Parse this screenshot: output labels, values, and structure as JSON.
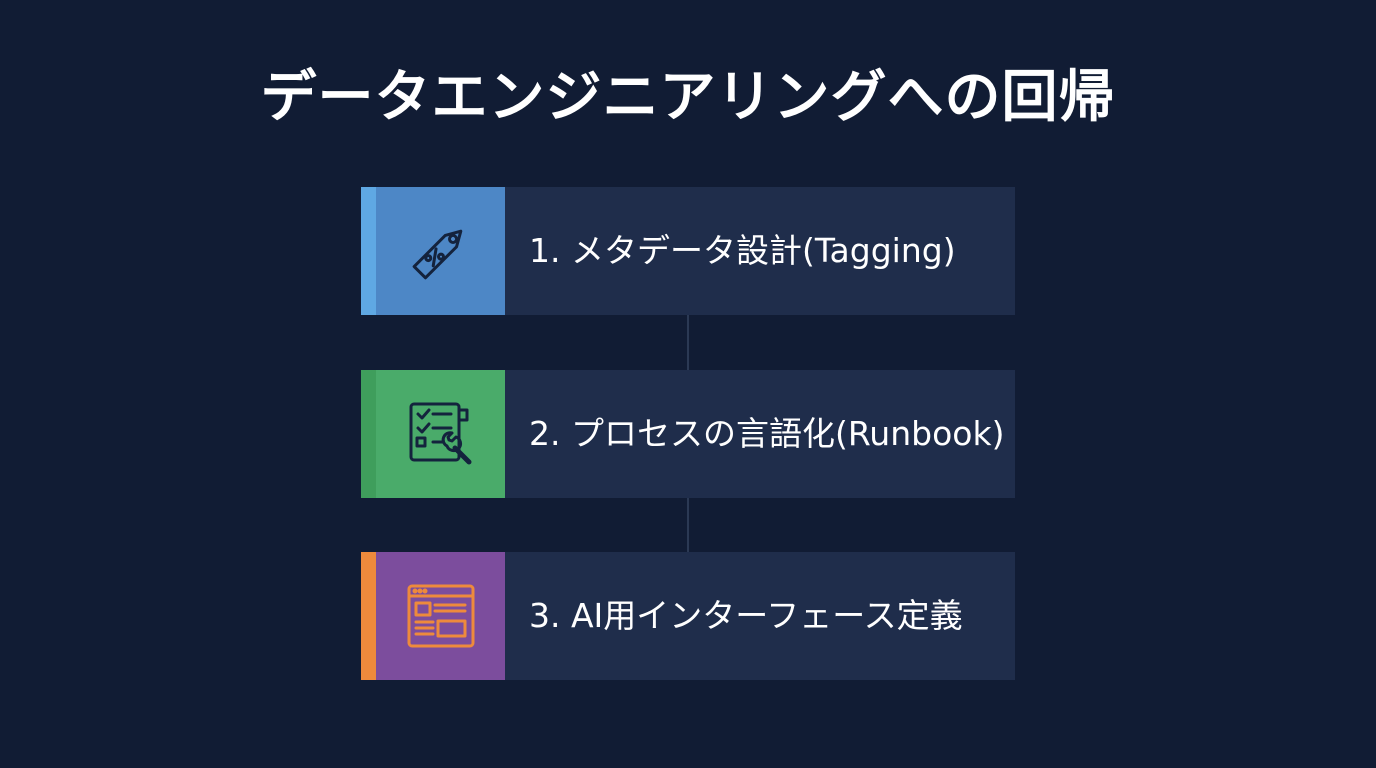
{
  "title": "データエンジニアリングへの回帰",
  "steps": [
    {
      "label": "1. メタデータ設計(Tagging)",
      "icon": "price-tag-icon",
      "stripe_color": "#5fa8e3",
      "box_color": "#4d87c6",
      "icon_color": "#14233d"
    },
    {
      "label": "2. プロセスの言語化(Runbook)",
      "icon": "checklist-wrench-icon",
      "stripe_color": "#3f9e5c",
      "box_color": "#4aab6a",
      "icon_color": "#14233d"
    },
    {
      "label": "3. AI用インターフェース定義",
      "icon": "browser-window-icon",
      "stripe_color": "#ee8a3c",
      "box_color": "#7c4d9d",
      "icon_color": "#ee8a3c"
    }
  ]
}
